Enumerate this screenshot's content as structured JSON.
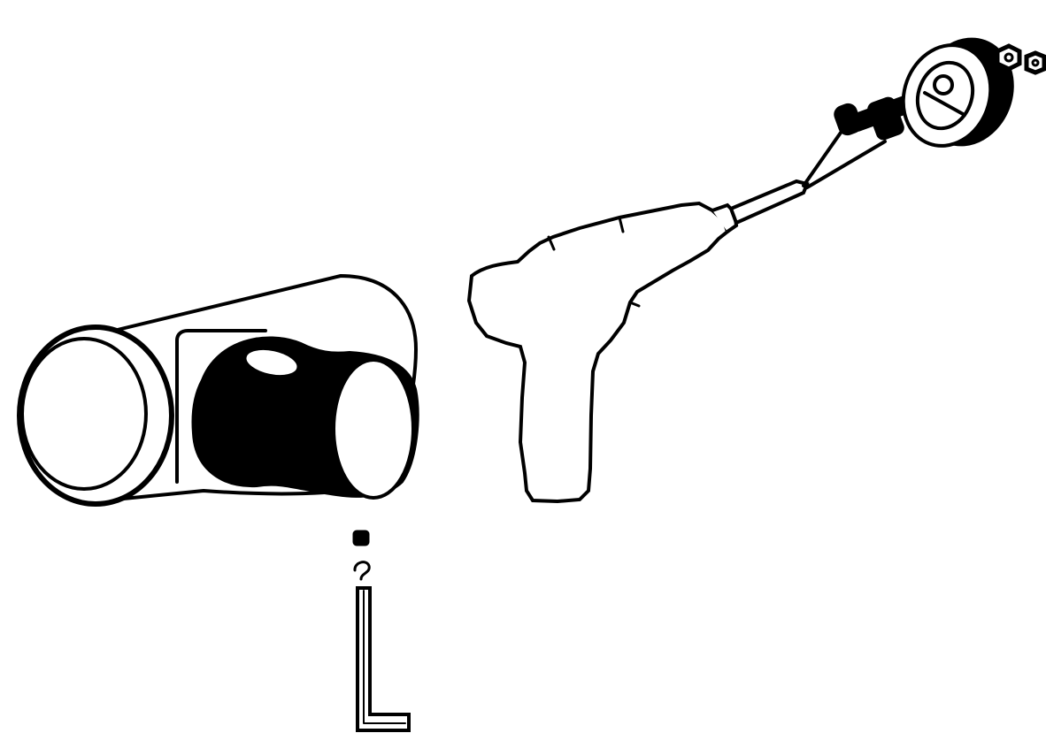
{
  "diagram": {
    "colors": {
      "ink": "#000000",
      "paper": "#ffffff"
    },
    "parts": [
      {
        "id": "pipe-tee",
        "icon": "pipe-tee-icon"
      },
      {
        "id": "power-drill",
        "icon": "drill-icon"
      },
      {
        "id": "grinding-wheel-attachment",
        "icon": "grinding-wheel-icon"
      },
      {
        "id": "set-screw",
        "icon": "set-screw-icon"
      },
      {
        "id": "allen-key",
        "icon": "allen-key-icon"
      }
    ]
  }
}
